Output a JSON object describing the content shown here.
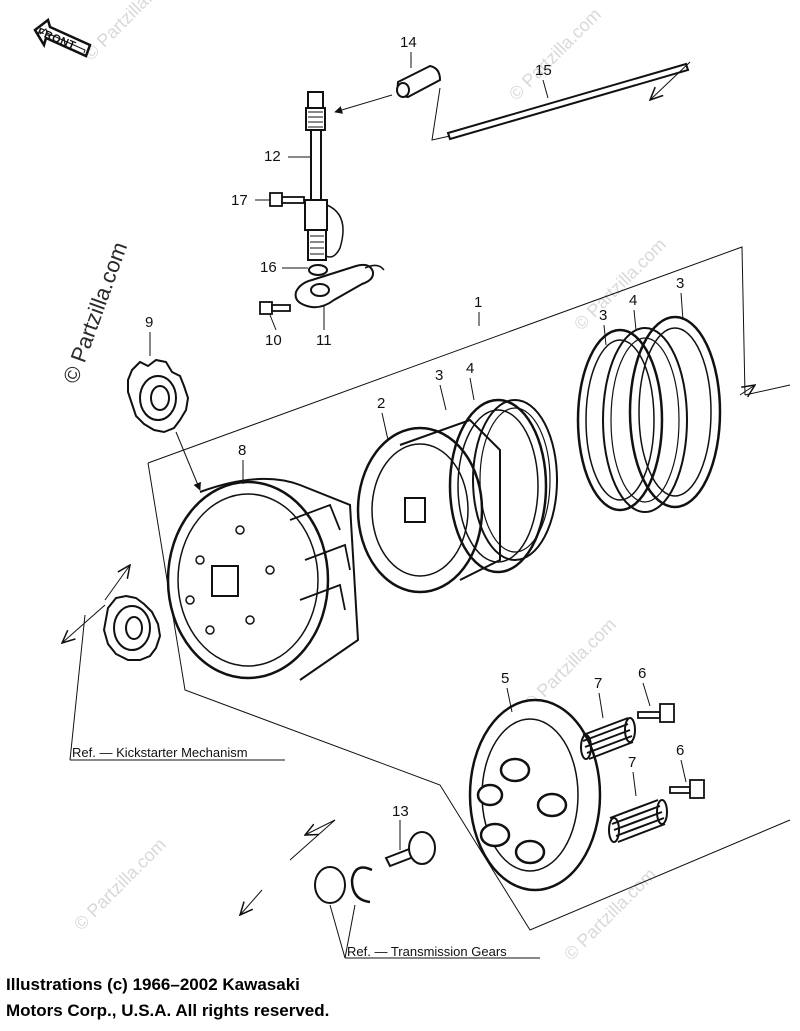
{
  "front_label": "FRONT",
  "watermarks": {
    "main": "© Partzilla.com",
    "faint": "© Partzilla.com"
  },
  "callouts": {
    "c1": "1",
    "c2": "2",
    "c3a": "3",
    "c3b": "3",
    "c3c": "3",
    "c4a": "4",
    "c4b": "4",
    "c5": "5",
    "c6a": "6",
    "c6b": "6",
    "c7a": "7",
    "c7b": "7",
    "c8": "8",
    "c9": "9",
    "c10": "10",
    "c11": "11",
    "c12": "12",
    "c13": "13",
    "c14": "14",
    "c15": "15",
    "c16": "16",
    "c17": "17"
  },
  "references": {
    "kickstarter": "Ref. — Kickstarter Mechanism",
    "transmission": "Ref. — Transmission Gears"
  },
  "copyright": {
    "line1": "Illustrations (c) 1966–2002 Kawasaki",
    "line2": "Motors Corp., U.S.A.  All rights reserved."
  },
  "colors": {
    "ink": "#111111",
    "watermark": "#d9d9d9",
    "background": "#ffffff"
  }
}
